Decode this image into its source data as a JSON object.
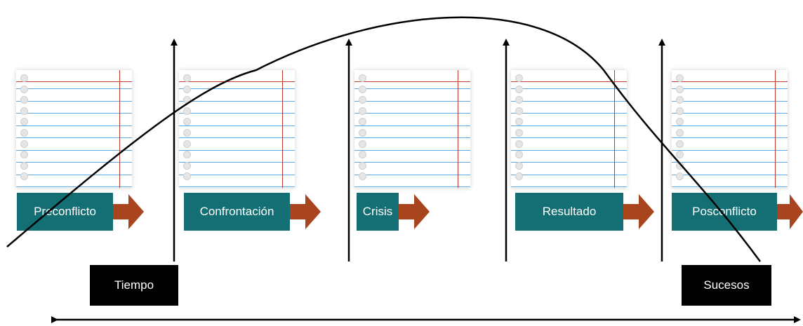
{
  "stages": [
    {
      "label": "Preconflicto"
    },
    {
      "label": "Confrontación"
    },
    {
      "label": "Crisis"
    },
    {
      "label": "Resultado"
    },
    {
      "label": "Posconflicto"
    }
  ],
  "axis": {
    "time_label": "Tiempo",
    "events_label": "Sucesos"
  },
  "colors": {
    "stage_box": "#136f73",
    "stage_arrow": "#a8451f",
    "label_box": "#000000",
    "curve": "#000000",
    "ruled_line": "#5aa9e6",
    "margin_line": "#c0392b"
  },
  "icons": {
    "paper": "notebook-paper-icon",
    "stage_arrow": "right-arrow-icon",
    "axis": "double-headed-arrow-icon"
  }
}
